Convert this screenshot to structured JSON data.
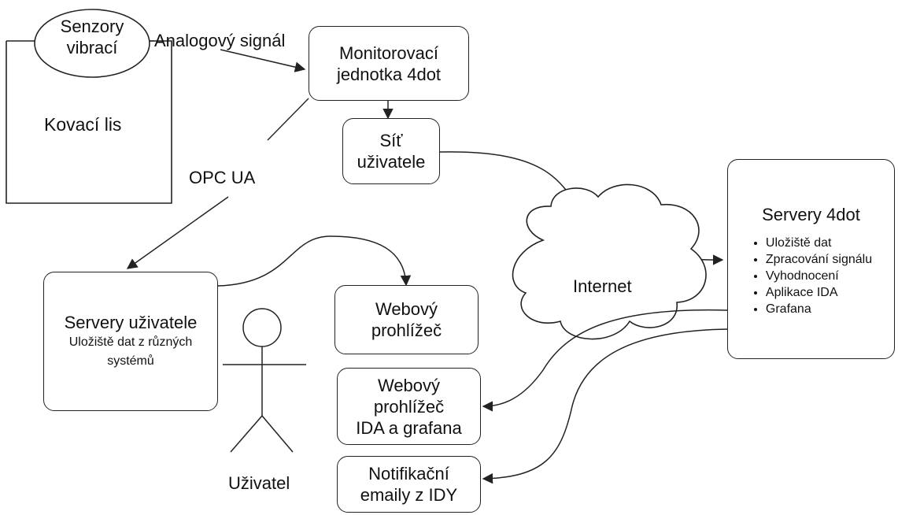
{
  "nodes": {
    "press": {
      "label": "Kovací lis"
    },
    "sensors": {
      "line1": "Senzory",
      "line2": "vibrací"
    },
    "monitor": {
      "line1": "Monitorovací",
      "line2": "jednotka 4dot"
    },
    "user_network": {
      "line1": "Síť",
      "line2": "uživatele"
    },
    "servers_4dot": {
      "title": "Servery 4dot",
      "items": [
        "Uložiště dat",
        "Zpracování signálu",
        "Vyhodnocení",
        "Aplikace IDA",
        "Grafana"
      ]
    },
    "internet": {
      "label": "Internet"
    },
    "user_servers": {
      "title": "Servery uživatele",
      "line1": "Uložiště dat z různých",
      "line2": "systémů"
    },
    "browser": {
      "line1": "Webový",
      "line2": "prohlížeč"
    },
    "browser_ida": {
      "line1": "Webový",
      "line2": "prohlížeč",
      "line3": "IDA a grafana"
    },
    "notifications": {
      "line1": "Notifikační",
      "line2": "emaily z IDY"
    },
    "user": {
      "label": "Uživatel"
    }
  },
  "edges": {
    "analog_signal": "Analogový signál",
    "opc_ua": "OPC UA"
  }
}
